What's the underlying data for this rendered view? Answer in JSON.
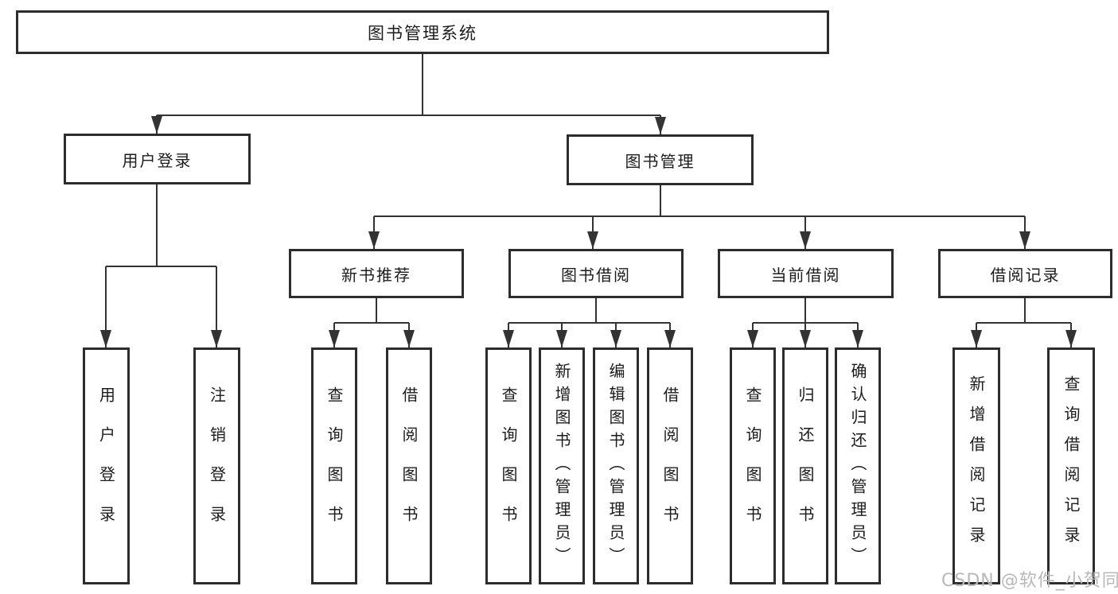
{
  "colors": {
    "line": "#333333",
    "box_border": "#2d2d2d",
    "text": "#1c1c1c",
    "watermark": "#b8b8b8",
    "background": "#ffffff"
  },
  "watermark": {
    "text": "CSDN @软件_小贺同学"
  },
  "tree": {
    "label": "图书管理系统",
    "children": [
      {
        "label": "用户登录",
        "children": [
          {
            "label": "用户登录"
          },
          {
            "label": "注销登录"
          }
        ]
      },
      {
        "label": "图书管理",
        "children": [
          {
            "label": "新书推荐",
            "children": [
              {
                "label": "查询图书"
              },
              {
                "label": "借阅图书"
              }
            ]
          },
          {
            "label": "图书借阅",
            "children": [
              {
                "label": "查询图书"
              },
              {
                "label": "新增图书（管理员）"
              },
              {
                "label": "编辑图书（管理员）"
              },
              {
                "label": "借阅图书"
              }
            ]
          },
          {
            "label": "当前借阅",
            "children": [
              {
                "label": "查询图书"
              },
              {
                "label": "归还图书"
              },
              {
                "label": "确认归还（管理员）"
              }
            ]
          },
          {
            "label": "借阅记录",
            "children": [
              {
                "label": "新增借阅记录"
              },
              {
                "label": "查询借阅记录"
              }
            ]
          }
        ]
      }
    ]
  }
}
